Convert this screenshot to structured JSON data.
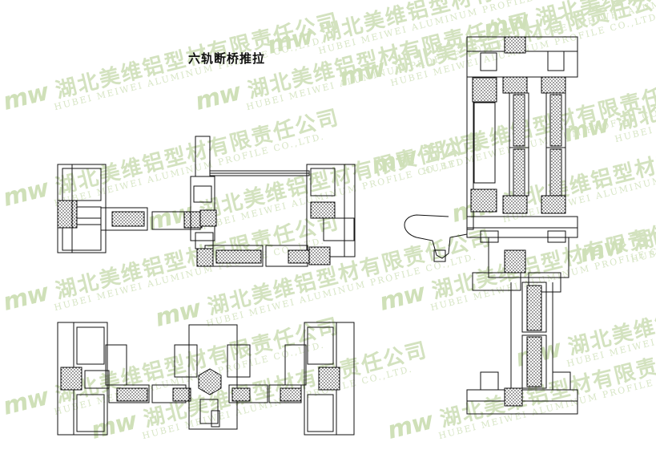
{
  "title": "六轨断桥推拉",
  "watermark": {
    "logo": "mw",
    "company_cn": "湖北美维铝型材有限责任公司",
    "company_en": "HUBEI MEIWEI ALUMINUM PROFILE CO.,LTD.",
    "color": "#cfe0b8"
  },
  "colors": {
    "line": "#111111",
    "glass_fill": "#e9e9e9"
  }
}
